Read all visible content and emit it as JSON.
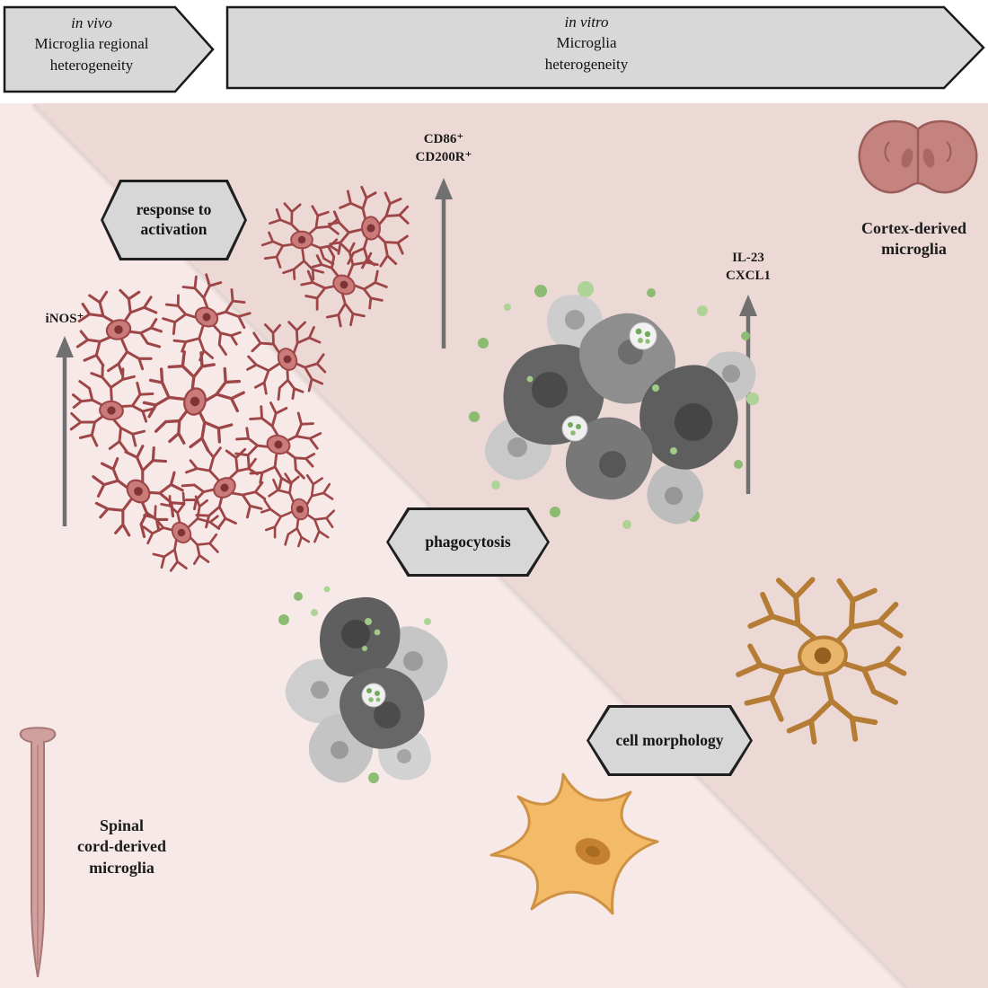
{
  "banners": {
    "in_vivo": {
      "phase": "in vivo",
      "line2": "Microglia regional",
      "line3": "heterogeneity"
    },
    "in_vitro": {
      "phase": "in vitro",
      "line2": "Microglia",
      "line3": "heterogeneity"
    }
  },
  "hexagon_labels": {
    "response_to_activation": "response to activation",
    "phagocytosis": "phagocytosis",
    "cell_morphology": "cell morphology"
  },
  "markers": {
    "inos": "iNOS⁺",
    "cd86": "CD86⁺",
    "cd200r": "CD200R⁺",
    "il23": "IL-23",
    "cxcl1": "CXCL1"
  },
  "regions": {
    "cortex": {
      "line1": "Cortex-derived",
      "line2": "microglia"
    },
    "spinal": {
      "line1": "Spinal",
      "line2": "cord-derived",
      "line3": "microglia"
    }
  },
  "icons": {
    "brain": "brain-coronal-section-icon",
    "spinal_cord": "spinal-cord-icon",
    "red_ramified_cluster_small": "ramified-microglia-red-small-cluster",
    "red_ramified_cluster_large": "ramified-microglia-red-large-cluster",
    "gray_amoeboid_cluster_large": "amoeboid-microglia-gray-large-cluster",
    "gray_amoeboid_cluster_small": "amoeboid-microglia-gray-small-cluster",
    "orange_ramified_cell": "ramified-microglia-orange",
    "orange_amoeboid_cell": "amoeboid-microglia-orange",
    "up_arrow": "upregulation-arrow-icon"
  },
  "colors": {
    "banner_fill": "#d8d8d8",
    "banner_border": "#1a1a1a",
    "hexagon_fill": "#d7d7d7",
    "background_lower_left": "#f6e9e7",
    "background_upper_right": "#ecd9d6",
    "red_microglia": "#b65a5b",
    "gray_macrophage": "#6e6e6e",
    "green_particles": "#8cbb72",
    "orange_microglia": "#e2a65c",
    "arrow": "#707070"
  }
}
